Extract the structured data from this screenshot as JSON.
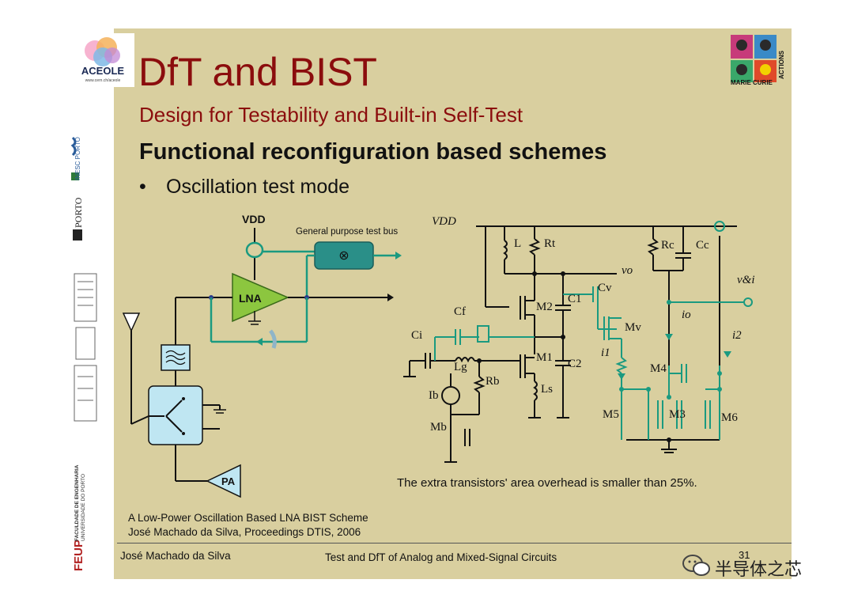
{
  "slide": {
    "title": "DfT and BIST",
    "subtitle": "Design for Testability and Built-in Self-Test",
    "heading": "Functional reconfiguration based schemes",
    "bullet": "Oscillation test mode",
    "bullet_marker": "•",
    "caption": "The extra transistors' area overhead is smaller than 25%.",
    "reference_line1": "A Low-Power Oscillation Based LNA BIST Scheme",
    "reference_line2": "José Machado da Silva, Proceedings DTIS, 2006",
    "footer_author": "José Machado da Silva",
    "footer_course": "Test and DfT of Analog and Mixed-Signal Circuits",
    "footer_page": "31"
  },
  "logos": {
    "aceole": "ACEOLE",
    "aceole_url": "www.cern.ch/aceole",
    "inesc": "INESC PORTO",
    "uporto": "PORTO",
    "feup": "FEUP",
    "feup_sub": "FACULDADE DE ENGENHARIA",
    "feup_sub2": "UNIVERSIDADE DO PORTO",
    "marie_curie": "MARIE CURIE",
    "actions": "ACTIONS"
  },
  "diagram_left": {
    "vdd": "VDD",
    "test_bus": "General purpose test bus",
    "lna": "LNA",
    "pa": "PA",
    "multiplier": "⊗"
  },
  "diagram_right": {
    "vdd": "VDD",
    "labels": {
      "L": "L",
      "Rt": "Rt",
      "vo": "vo",
      "Cv": "Cv",
      "Rc": "Rc",
      "Cc": "Cc",
      "vi": "v&i",
      "C1": "C1",
      "C2": "C2",
      "M2": "M2",
      "M1": "M1",
      "Mv": "Mv",
      "io": "io",
      "i1": "i1",
      "i2": "i2",
      "Cf": "Cf",
      "Ci": "Ci",
      "Lg": "Lg",
      "Rb": "Rb",
      "Ib": "Ib",
      "Mb": "Mb",
      "Ls": "Ls",
      "M4": "M4",
      "M3": "M3",
      "M5": "M5",
      "M6": "M6"
    }
  },
  "watermark": "半导体之芯",
  "colors": {
    "slide_bg": "#d9cf9f",
    "title_red": "#8b0d0d",
    "test_path_green": "#1a9a80",
    "lna_green": "#8cc63f",
    "bus_teal": "#2a8f88"
  }
}
